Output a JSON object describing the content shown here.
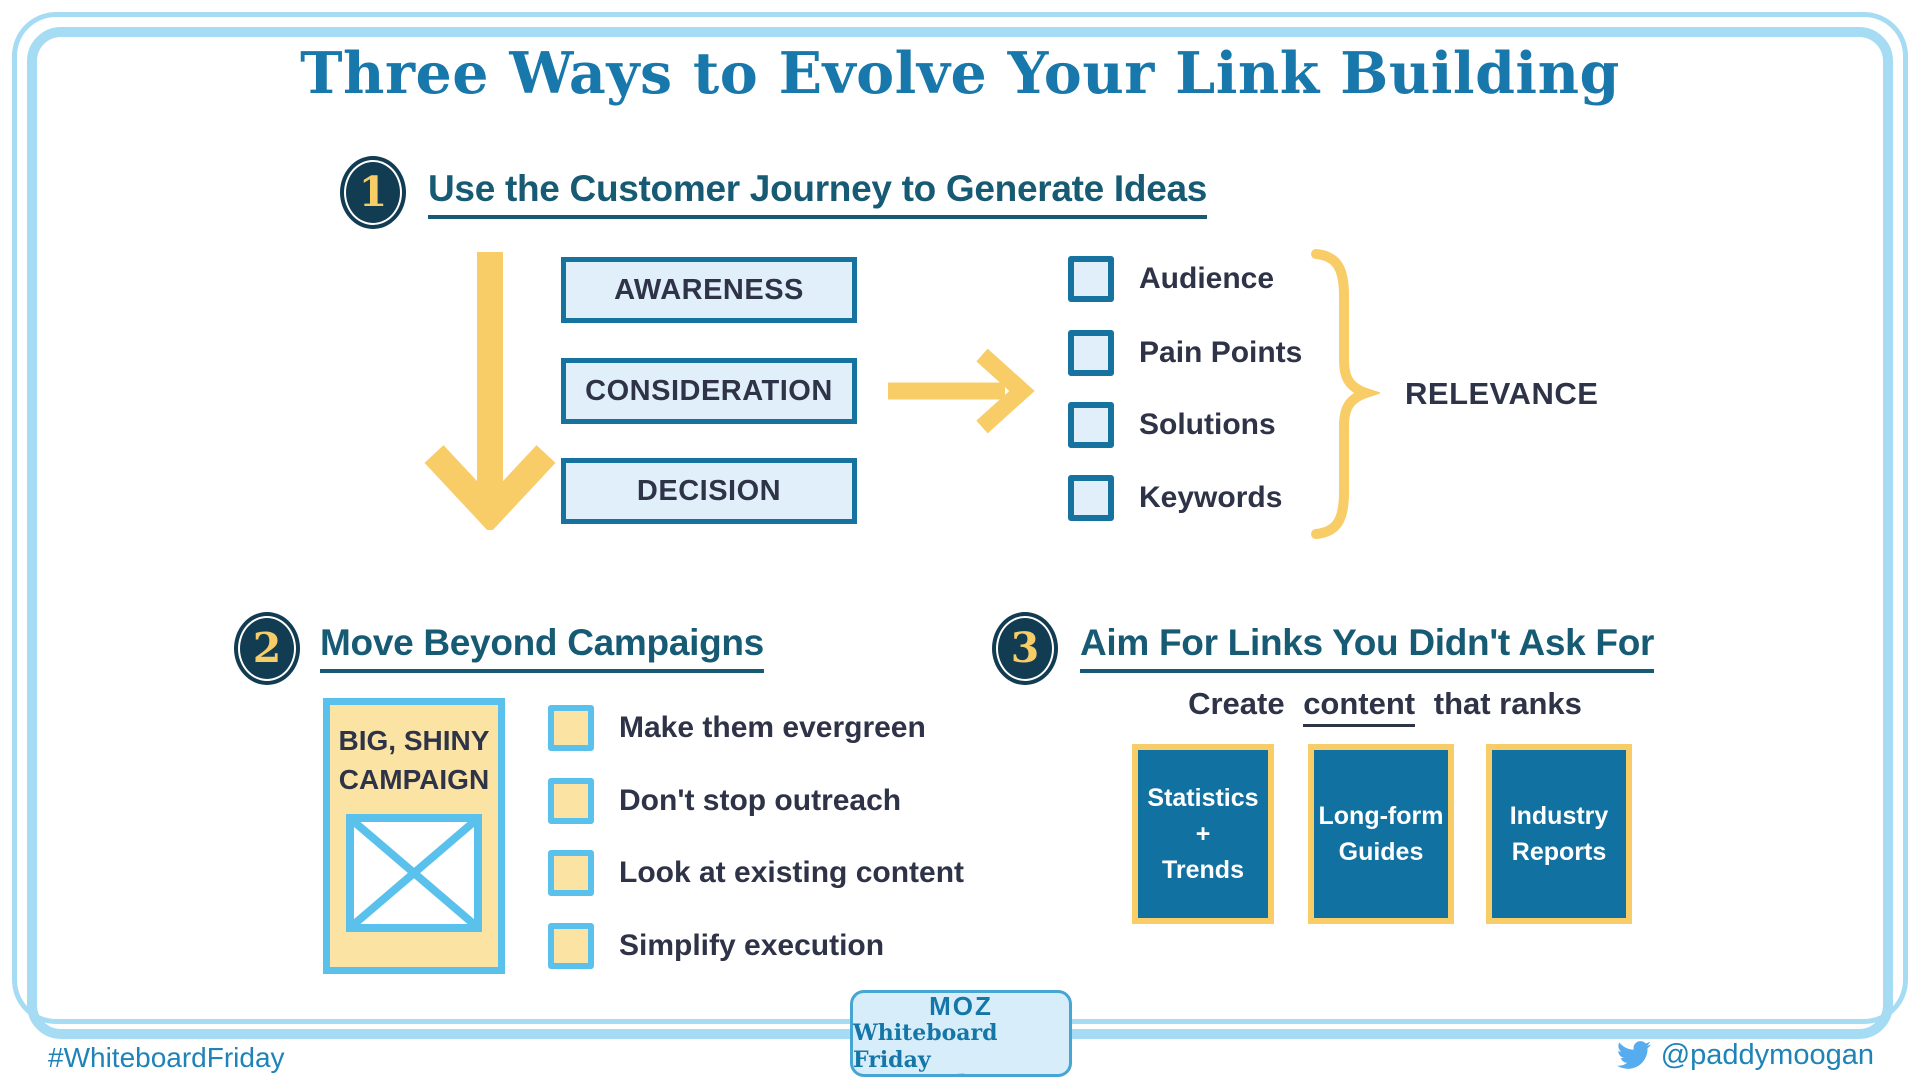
{
  "title": "Three Ways to Evolve Your Link Building",
  "section1": {
    "number": "1",
    "heading": "Use the Customer Journey to Generate Ideas",
    "stages": [
      "AWARENESS",
      "CONSIDERATION",
      "DECISION"
    ],
    "items": [
      "Audience",
      "Pain Points",
      "Solutions",
      "Keywords"
    ],
    "brace_label": "RELEVANCE"
  },
  "section2": {
    "number": "2",
    "heading": "Move Beyond Campaigns",
    "campaign_line1": "BIG, SHINY",
    "campaign_line2": "CAMPAIGN",
    "items": [
      "Make them evergreen",
      "Don't stop outreach",
      "Look at existing content",
      "Simplify execution"
    ]
  },
  "section3": {
    "number": "3",
    "heading": "Aim For Links You Didn't Ask For",
    "subtitle_pre": "Create",
    "subtitle_underlined": "content",
    "subtitle_post": "that ranks",
    "cards": [
      {
        "line1": "Statistics",
        "line2": "+",
        "line3": "Trends"
      },
      {
        "line1": "Long-form",
        "line2": "Guides"
      },
      {
        "line1": "Industry",
        "line2": "Reports"
      }
    ]
  },
  "footer": {
    "hashtag": "#WhiteboardFriday",
    "logo_name": "MOZ",
    "logo_series": "Whiteboard Friday",
    "twitter": "@paddymoogan"
  },
  "colors": {
    "title_blue": "#1878ab",
    "heading_teal": "#175a74",
    "navy_text": "#2e3347",
    "badge_navy": "#123c52",
    "accent_yellow": "#f8cd68",
    "pale_yellow": "#fbe3a4",
    "sky_blue": "#5ac1ed",
    "box_border_blue": "#16729f",
    "box_fill_blue": "#e0eff9",
    "card_blue": "#1171a1",
    "frame_light_blue": "#a6dcf3",
    "footer_blue": "#1f83b8",
    "twitter_blue": "#55acee"
  }
}
